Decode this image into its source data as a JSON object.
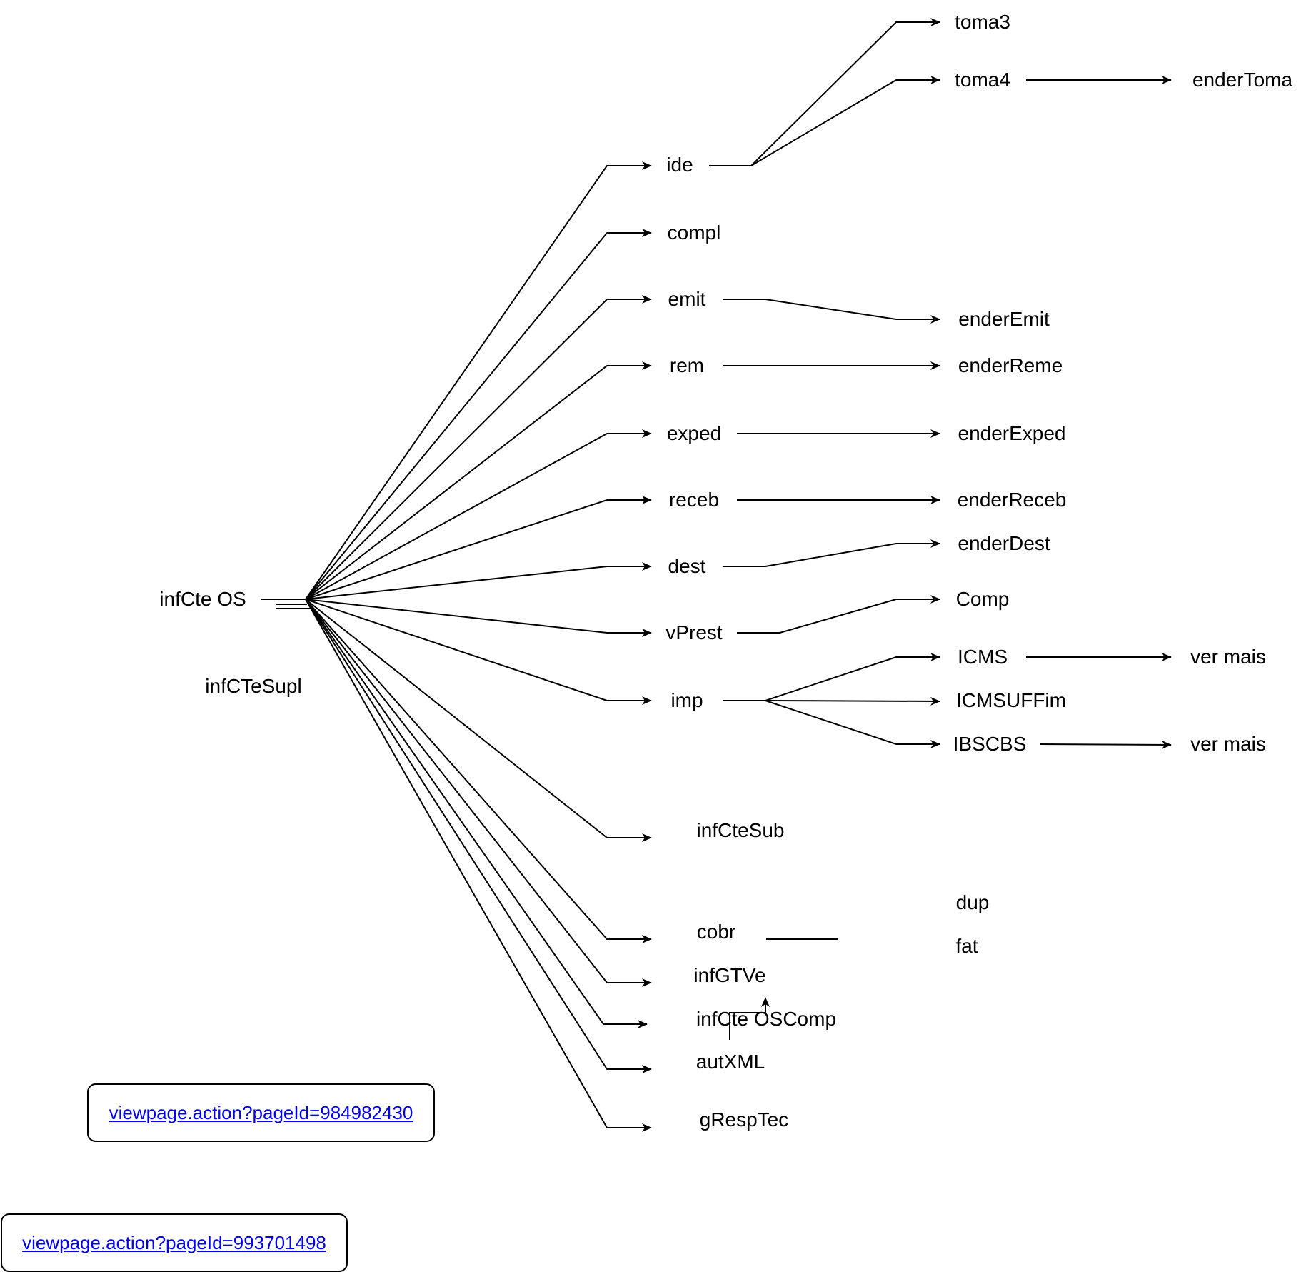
{
  "diagram": {
    "root": {
      "id": "infCteOS",
      "label": "infCte OS"
    },
    "secondary_label": {
      "id": "infCTeSupl",
      "label": "infCTeSupl"
    },
    "children": [
      {
        "id": "ide",
        "label": "ide"
      },
      {
        "id": "compl",
        "label": "compl"
      },
      {
        "id": "emit",
        "label": "emit"
      },
      {
        "id": "rem",
        "label": "rem"
      },
      {
        "id": "exped",
        "label": "exped"
      },
      {
        "id": "receb",
        "label": "receb"
      },
      {
        "id": "dest",
        "label": "dest"
      },
      {
        "id": "vPrest",
        "label": "vPrest"
      },
      {
        "id": "imp",
        "label": "imp"
      },
      {
        "id": "infCteSub",
        "label": "infCteSub"
      },
      {
        "id": "cobr",
        "label": "cobr"
      },
      {
        "id": "infGTVe",
        "label": "infGTVe"
      },
      {
        "id": "infCteOSComp",
        "label": "infCte OSComp"
      },
      {
        "id": "autXML",
        "label": "autXML"
      },
      {
        "id": "gRespTec",
        "label": "gRespTec"
      }
    ],
    "grandchildren": [
      {
        "id": "toma3",
        "label": "toma3",
        "parent": "ide"
      },
      {
        "id": "toma4",
        "label": "toma4",
        "parent": "ide"
      },
      {
        "id": "enderEmit",
        "label": "enderEmit",
        "parent": "emit"
      },
      {
        "id": "enderReme",
        "label": "enderReme",
        "parent": "rem"
      },
      {
        "id": "enderExped",
        "label": "enderExped",
        "parent": "exped"
      },
      {
        "id": "enderReceb",
        "label": "enderReceb",
        "parent": "receb"
      },
      {
        "id": "enderDest",
        "label": "enderDest",
        "parent": "dest"
      },
      {
        "id": "Comp",
        "label": "Comp",
        "parent": "vPrest"
      },
      {
        "id": "ICMS",
        "label": "ICMS",
        "parent": "imp"
      },
      {
        "id": "ICMSUFFim",
        "label": "ICMSUFFim",
        "parent": "imp"
      },
      {
        "id": "IBSCBS",
        "label": "IBSCBS",
        "parent": "imp"
      },
      {
        "id": "dup",
        "label": "dup",
        "parent": "cobr"
      },
      {
        "id": "fat",
        "label": "fat",
        "parent": "cobr"
      }
    ],
    "great_grandchildren": [
      {
        "id": "enderToma",
        "label": "enderToma",
        "parent": "toma4"
      },
      {
        "id": "verMais1",
        "label": "ver mais",
        "parent": "ICMS"
      },
      {
        "id": "verMais2",
        "label": "ver mais",
        "parent": "IBSCBS"
      }
    ],
    "links": [
      {
        "label": "viewpage.action?pageId=984982430"
      },
      {
        "label": "viewpage.action?pageId=993701498"
      }
    ],
    "colors": {
      "line": "#000000",
      "link": "#0000ee",
      "background": "#ffffff"
    }
  }
}
